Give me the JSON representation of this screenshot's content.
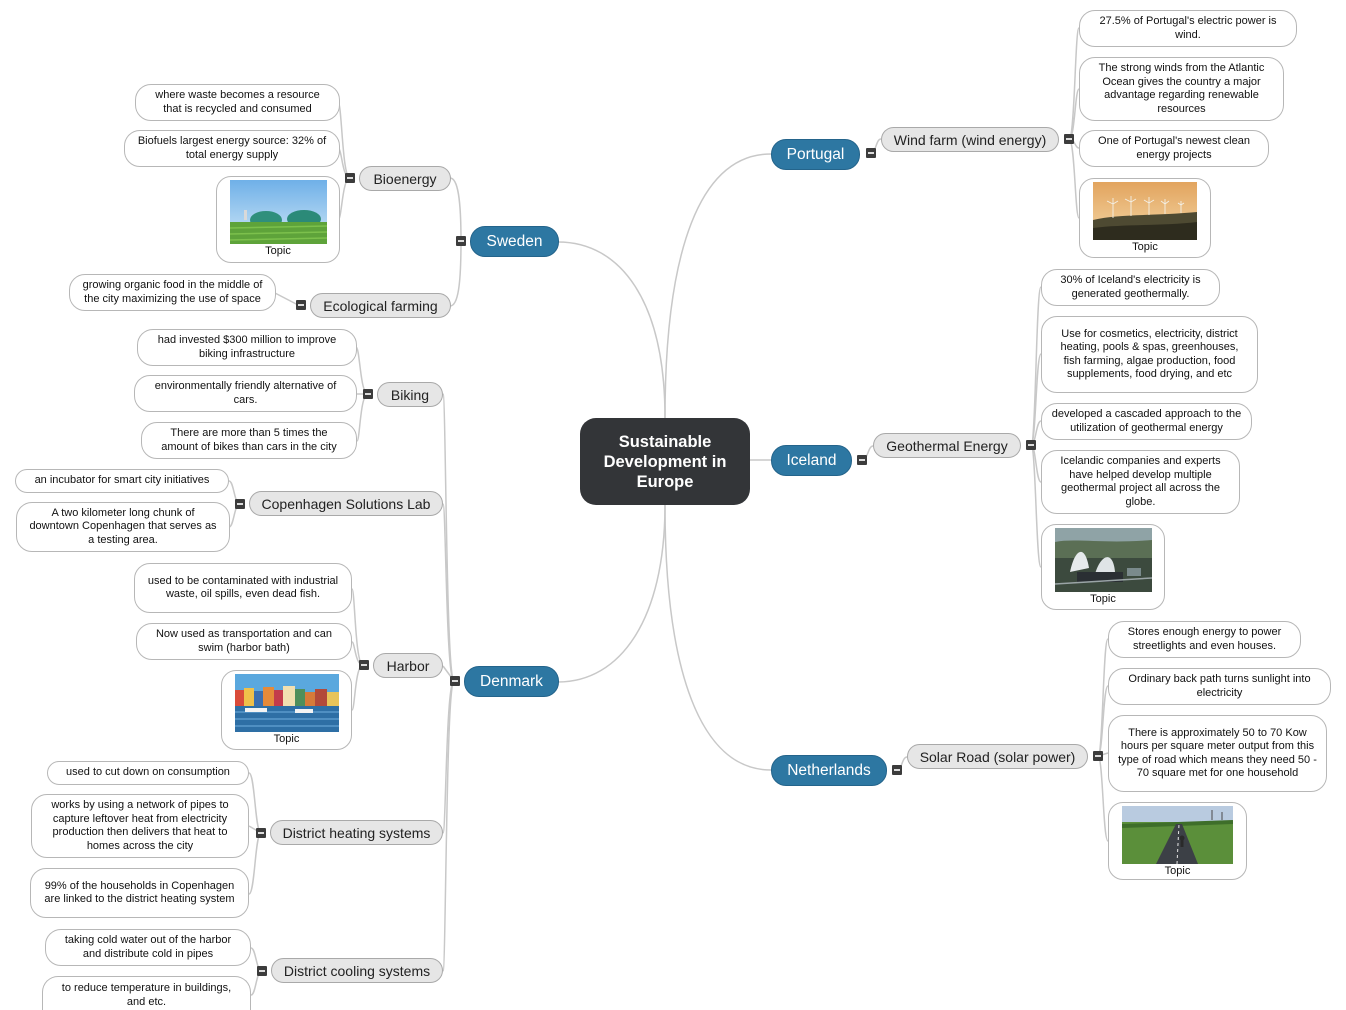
{
  "central": "Sustainable Development in Europe",
  "img_caption": "Topic",
  "sweden": {
    "label": "Sweden",
    "bioenergy": {
      "label": "Bioenergy",
      "leaves": [
        "where waste becomes a resource that is recycled and consumed",
        "Biofuels largest energy source: 32% of total energy supply"
      ]
    },
    "ecological": {
      "label": "Ecological farming",
      "leaves": [
        "growing organic food in the middle of the city maximizing the use of space"
      ]
    }
  },
  "denmark": {
    "label": "Denmark",
    "biking": {
      "label": "Biking",
      "leaves": [
        "had invested $300 million to improve biking infrastructure",
        "environmentally friendly alternative of cars.",
        "There are more than 5 times the amount of bikes than cars in the city"
      ]
    },
    "cph": {
      "label": "Copenhagen Solutions Lab",
      "leaves": [
        "an incubator for smart city initiatives",
        "A two kilometer long chunk of downtown Copenhagen that serves as a testing area."
      ]
    },
    "harbor": {
      "label": "Harbor",
      "leaves": [
        "used to be contaminated with industrial waste, oil spills, even dead fish.",
        "Now used as transportation and can swim (harbor bath)"
      ]
    },
    "heating": {
      "label": "District heating systems",
      "leaves": [
        "used to cut down on consumption",
        "works by using a network of pipes to capture leftover heat from electricity production then delivers that heat to homes across the city",
        "99% of the households in Copenhagen are linked to the district heating system"
      ]
    },
    "cooling": {
      "label": "District cooling systems",
      "leaves": [
        "taking cold water out of the harbor and distribute cold in pipes",
        "to reduce temperature in buildings, and etc."
      ]
    }
  },
  "portugal": {
    "label": "Portugal",
    "wind": {
      "label": "Wind farm (wind energy)",
      "leaves": [
        "27.5% of Portugal's electric power is wind.",
        "The strong winds from the Atlantic Ocean gives the country a major advantage regarding renewable resources",
        "One of Portugal's newest clean energy projects"
      ]
    }
  },
  "iceland": {
    "label": "Iceland",
    "geo": {
      "label": "Geothermal Energy",
      "leaves": [
        "30% of Iceland's electricity is generated geothermally.",
        "Use for cosmetics, electricity, district heating, pools & spas, greenhouses, fish farming, algae production, food supplements, food drying, and etc",
        "developed a cascaded approach to the utilization of geothermal energy",
        "Icelandic companies and experts have helped develop multiple geothermal project all across the globe."
      ]
    }
  },
  "netherlands": {
    "label": "Netherlands",
    "solar": {
      "label": "Solar Road (solar power)",
      "leaves": [
        "Stores enough energy to power streetlights and even houses.",
        "Ordinary back path turns sunlight into electricity",
        "There is approximately 50 to 70 Kow hours per square meter output from this type of road which means they need 50 - 70 square met for one household"
      ]
    }
  },
  "colors": {
    "central": "#333538",
    "country": "#2d77a2",
    "sub": "#e6e6e6",
    "line": "#c8c8c8"
  },
  "icons": {
    "collapse": "minus-square-icon"
  }
}
